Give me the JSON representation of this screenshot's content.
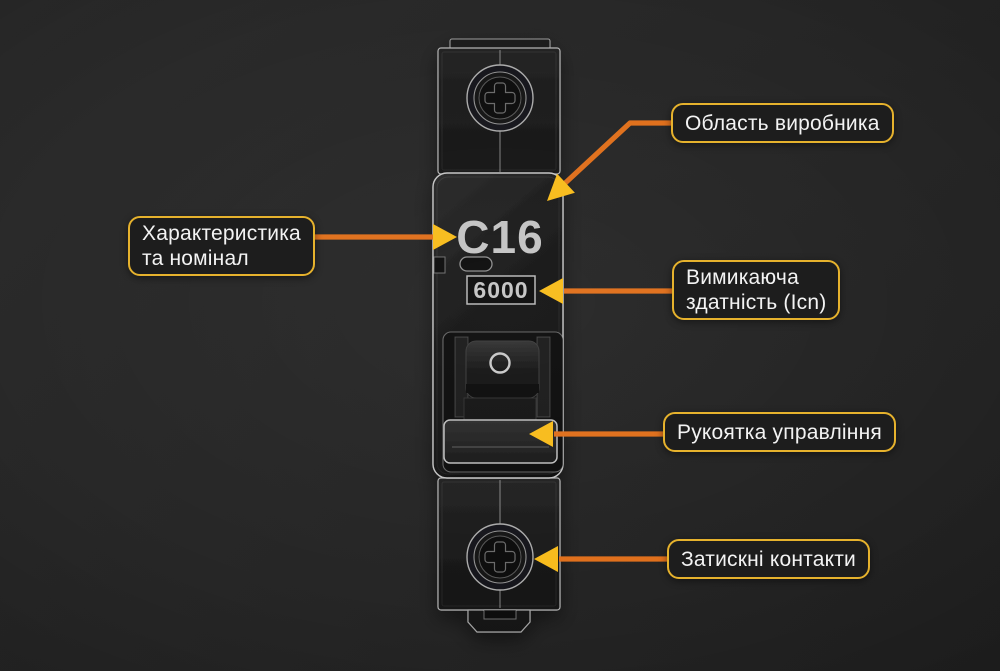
{
  "colors": {
    "background_start": "#2b2b2b",
    "background_end": "#212121",
    "connector": "#e0701c",
    "arrowhead": "#f8bc1c",
    "label_border": "#e6b22d",
    "label_bg": "#1d1d1d",
    "label_text": "#f3f3f3",
    "device_outline": "#c6c6c6",
    "marking_text": "#c4c4c4"
  },
  "device": {
    "rating_marking": "C16",
    "breaking_capacity_value": "6000"
  },
  "labels": {
    "manufacturer_area": "Область виробника",
    "characteristic_rating": "Характеристика\nта номінал",
    "breaking_capacity": "Вимикаюча\nздатність (Icn)",
    "control_handle": "Рукоятка управління",
    "clamp_contacts": "Затискні контакти"
  }
}
